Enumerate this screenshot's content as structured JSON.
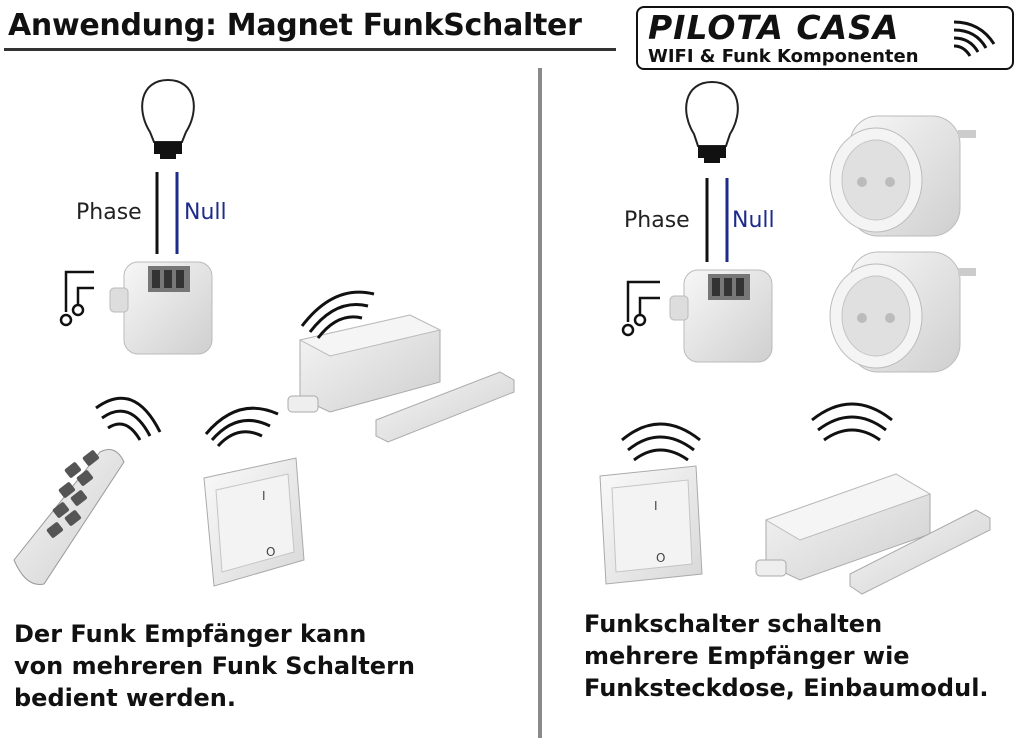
{
  "title": "Anwendung: Magnet FunkSchalter",
  "logo": {
    "name": "PILOTA CASA",
    "tagline": "WIFI & Funk Komponenten"
  },
  "left": {
    "phase_label": "Phase",
    "null_label": "Null",
    "caption_lines": [
      "Der Funk Empfänger kann",
      "von mehreren Funk Schaltern",
      "bedient werden."
    ]
  },
  "right": {
    "phase_label": "Phase",
    "null_label": "Null",
    "caption_lines": [
      "Funkschalter schalten",
      "mehrere Empfänger wie",
      "Funksteckdose, Einbaumodul."
    ]
  },
  "switch_marks": {
    "on": "I",
    "off": "O"
  },
  "colors": {
    "null_wire": "#1d2b8a",
    "phase_wire": "#111111",
    "device": "#e9e9e9"
  },
  "icons": [
    "bulb-icon",
    "receiver-module-icon",
    "remote-control-icon",
    "wall-switch-icon",
    "magnet-contact-icon",
    "smart-plug-icon",
    "radio-waves-icon"
  ]
}
